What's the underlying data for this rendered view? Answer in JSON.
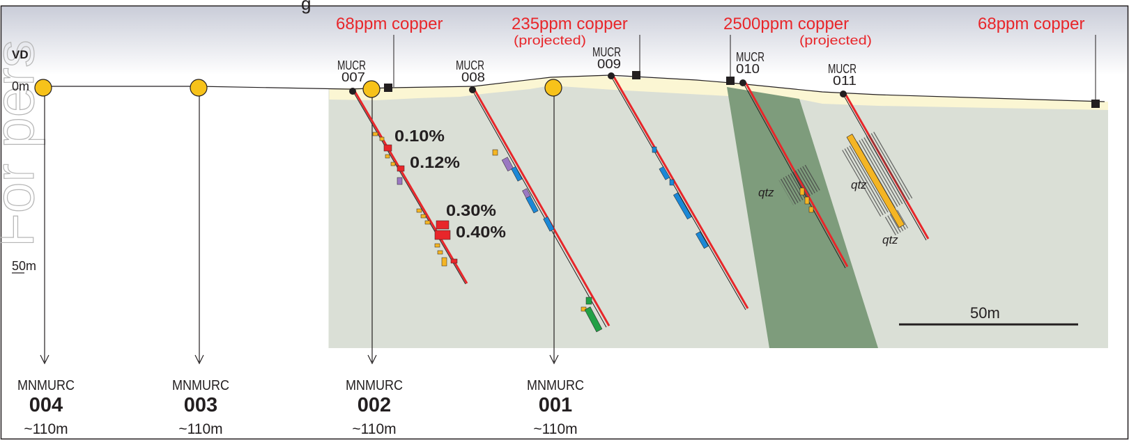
{
  "watermark": "For pers",
  "top_partial_text": "g",
  "axis": {
    "vd_label": "VD",
    "top_depth_label": "0m",
    "depth_label": "50m"
  },
  "scale_bar": {
    "label": "50m"
  },
  "copper_labels": [
    {
      "id": "cu-68-left",
      "text": "68ppm copper",
      "sub": ""
    },
    {
      "id": "cu-235",
      "text": "235ppm copper",
      "sub": "(projected)"
    },
    {
      "id": "cu-2500",
      "text": "2500ppm copper",
      "sub": "(projected)"
    },
    {
      "id": "cu-68-right",
      "text": "68ppm copper",
      "sub": ""
    }
  ],
  "mucr_holes": [
    {
      "id": "mucr-007",
      "prefix": "MUCR",
      "number": "007"
    },
    {
      "id": "mucr-008",
      "prefix": "MUCR",
      "number": "008"
    },
    {
      "id": "mucr-009",
      "prefix": "MUCR",
      "number": "009"
    },
    {
      "id": "mucr-010",
      "prefix": "MUCR",
      "number": "010"
    },
    {
      "id": "mucr-011",
      "prefix": "MUCR",
      "number": "011"
    }
  ],
  "mnmurc_holes": [
    {
      "id": "mnmurc-004",
      "prefix": "MNMURC",
      "number": "004",
      "depth": "~110m"
    },
    {
      "id": "mnmurc-003",
      "prefix": "MNMURC",
      "number": "003",
      "depth": "~110m"
    },
    {
      "id": "mnmurc-002",
      "prefix": "MNMURC",
      "number": "002",
      "depth": "~110m"
    },
    {
      "id": "mnmurc-001",
      "prefix": "MNMURC",
      "number": "001",
      "depth": "~110m"
    }
  ],
  "grade_labels": [
    "0.10%",
    "0.12%",
    "0.30%",
    "0.40%"
  ],
  "qtz_labels": [
    "qtz",
    "qtz",
    "qtz"
  ],
  "colors": {
    "red_accent": "#e8262a",
    "bedrock": "#dadfd6",
    "green_unit": "#7e9c7c",
    "regolith": "#fbf6d3",
    "collar_yellow": "#f7c21a",
    "blue_interval": "#1b88d6",
    "orange_interval": "#f4b524",
    "purple_interval": "#9a78c2",
    "green_interval": "#22a046"
  }
}
